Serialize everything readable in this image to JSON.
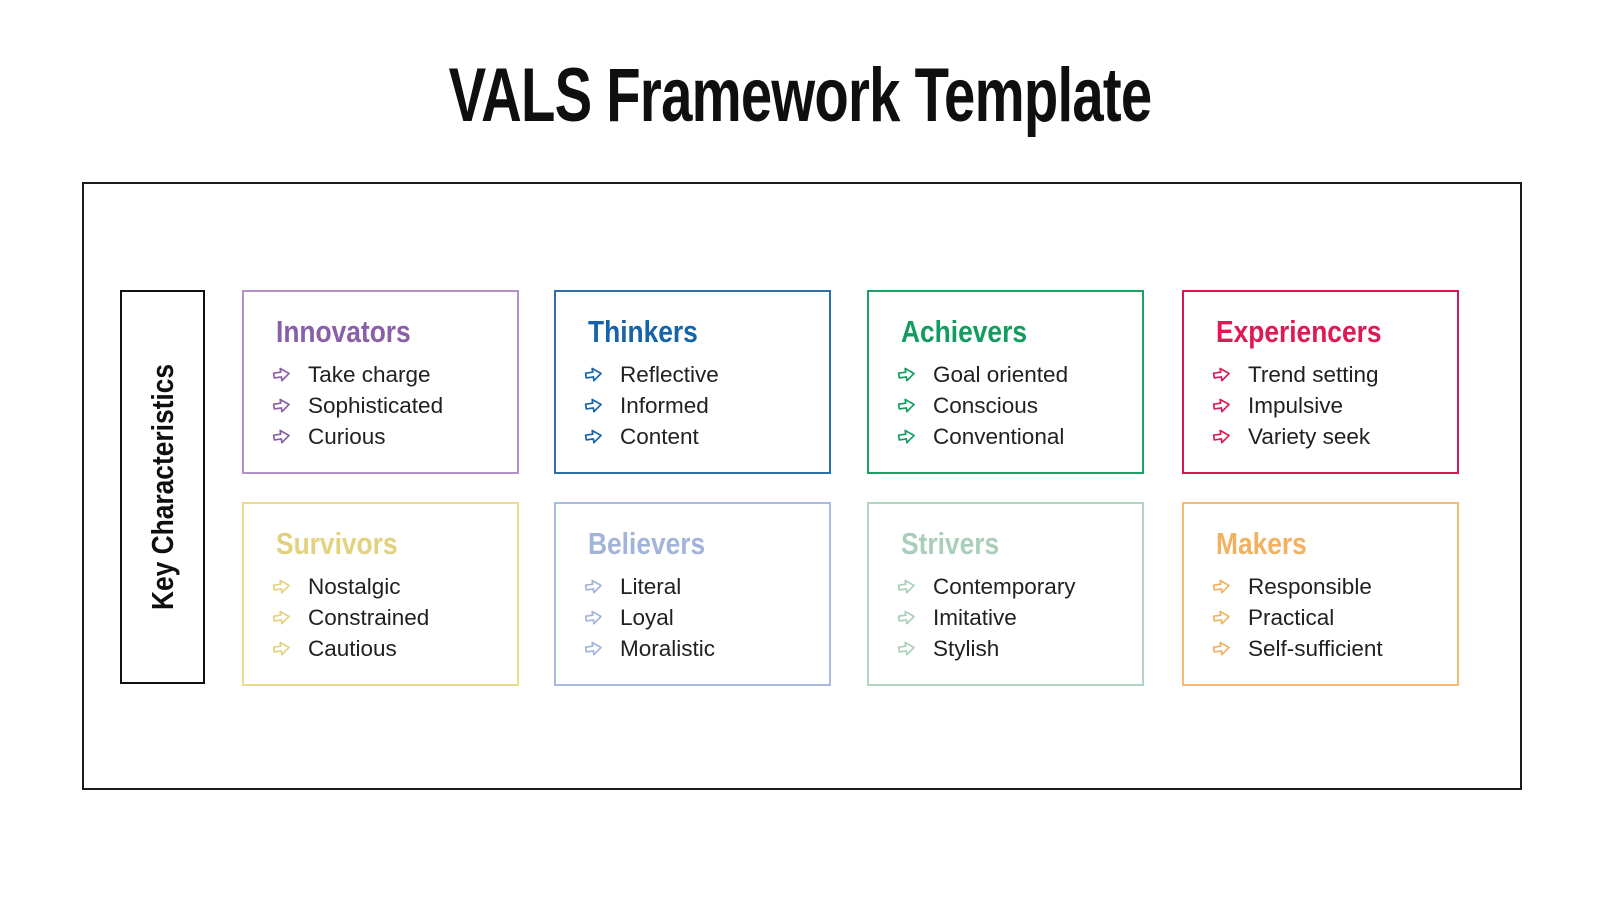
{
  "title": "VALS Framework Template",
  "sidebar": {
    "label": "Key Characteristics"
  },
  "colors": {
    "outer_border": "#1c1c1c",
    "key_box_border": "#111111",
    "trait_text": "#212121",
    "title_text": "#0f0f0f"
  },
  "segments": [
    {
      "name": "Innovators",
      "color": "#8a5fa8",
      "border": "#b191c7",
      "traits": [
        "Take charge",
        "Sophisticated",
        "Curious"
      ]
    },
    {
      "name": "Thinkers",
      "color": "#1563a8",
      "border": "#2f6fa9",
      "traits": [
        "Reflective",
        "Informed",
        "Content"
      ]
    },
    {
      "name": "Achievers",
      "color": "#149c60",
      "border": "#18a263",
      "traits": [
        "Goal oriented",
        "Conscious",
        "Conventional"
      ]
    },
    {
      "name": "Experiencers",
      "color": "#de1a54",
      "border": "#d9174f",
      "traits": [
        "Trend setting",
        "Impulsive",
        "Variety seek"
      ]
    },
    {
      "name": "Survivors",
      "color": "#e2d17e",
      "border": "#eadd90",
      "traits": [
        "Nostalgic",
        "Constrained",
        "Cautious"
      ]
    },
    {
      "name": "Believers",
      "color": "#a2b4da",
      "border": "#aab9de",
      "traits": [
        "Literal",
        "Loyal",
        "Moralistic"
      ]
    },
    {
      "name": "Strivers",
      "color": "#a9cfba",
      "border": "#b0d5c1",
      "traits": [
        "Contemporary",
        "Imitative",
        "Stylish"
      ]
    },
    {
      "name": "Makers",
      "color": "#f1b160",
      "border": "#f4bc72",
      "traits": [
        "Responsible",
        "Practical",
        "Self-sufficient"
      ]
    }
  ]
}
